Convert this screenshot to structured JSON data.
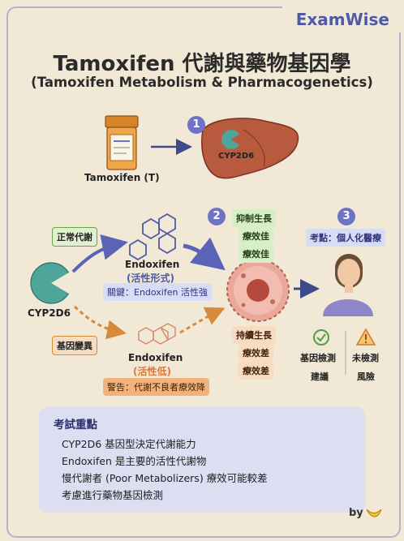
{
  "brand": "ExamWise",
  "title": "Tamoxifen 代謝與藥物基因學",
  "subtitle": "(Tamoxifen Metabolism & Pharmacogenetics)",
  "step1": {
    "number": "1",
    "drug_label": "Tamoxifen (T)",
    "liver_enzyme": "CYP2D6"
  },
  "left": {
    "enzyme": "CYP2D6",
    "normal_tag": "正常代謝",
    "variant_tag": "基因變異"
  },
  "active": {
    "name": "Endoxifen",
    "form": "(活性形式)",
    "key_note": "關鍵：Endoxifen 活性強"
  },
  "low": {
    "name": "Endoxifen",
    "form": "(活性低)",
    "warning": "警告：代謝不良者療效降"
  },
  "step2": {
    "number": "2",
    "good": [
      "抑制生長",
      "療效佳",
      "療效佳"
    ],
    "poor": [
      "持續生長",
      "療效差",
      "療效差"
    ]
  },
  "step3": {
    "number": "3",
    "label": "考點：個人化醫療"
  },
  "outcomes": {
    "tested": {
      "line1": "基因檢測",
      "line2": "建議"
    },
    "untested": {
      "line1": "未檢測",
      "line2": "風險"
    }
  },
  "tips": {
    "heading": "考試重點",
    "items": [
      "CYP2D6 基因型決定代謝能力",
      "Endoxifen 是主要的活性代謝物",
      "慢代謝者 (Poor Metabolizers) 療效可能較差",
      "考慮進行藥物基因檢測"
    ]
  },
  "signature": "by",
  "colors": {
    "accent": "#6f73c6",
    "brand": "#4e5aa8",
    "good": "#6aa34a",
    "warn": "#d88a3c",
    "background": "#f1e8d6"
  }
}
